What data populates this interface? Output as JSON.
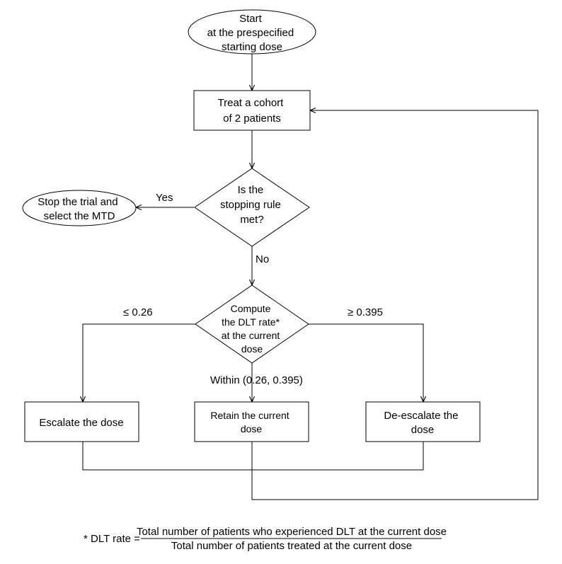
{
  "nodes": {
    "start": {
      "lines": [
        "Start",
        "at the prespecified",
        "starting dose"
      ]
    },
    "treat": {
      "lines": [
        "Treat a cohort",
        "of  2  patients"
      ]
    },
    "stop": {
      "lines": [
        "Stop the trial and",
        "select the MTD"
      ]
    },
    "rule": {
      "lines": [
        "Is the",
        "stopping rule",
        "met?"
      ]
    },
    "compute": {
      "lines": [
        "Compute",
        "the DLT rate*",
        "at the current",
        "dose"
      ]
    },
    "escalate": {
      "lines": [
        "Escalate the dose"
      ]
    },
    "retain": {
      "lines": [
        "Retain the current",
        "dose"
      ]
    },
    "deescalate": {
      "lines": [
        "De-escalate the",
        "dose"
      ]
    }
  },
  "edge_labels": {
    "yes": "Yes",
    "no": "No",
    "low": "≤ 0.26",
    "high": "≥ 0.395",
    "within": "Within (0.26, 0.395)"
  },
  "footnote": {
    "prefix": "* DLT rate =",
    "numerator": "Total number of patients who experienced DLT at the current dose",
    "denominator": "Total number of patients treated at the current dose"
  }
}
